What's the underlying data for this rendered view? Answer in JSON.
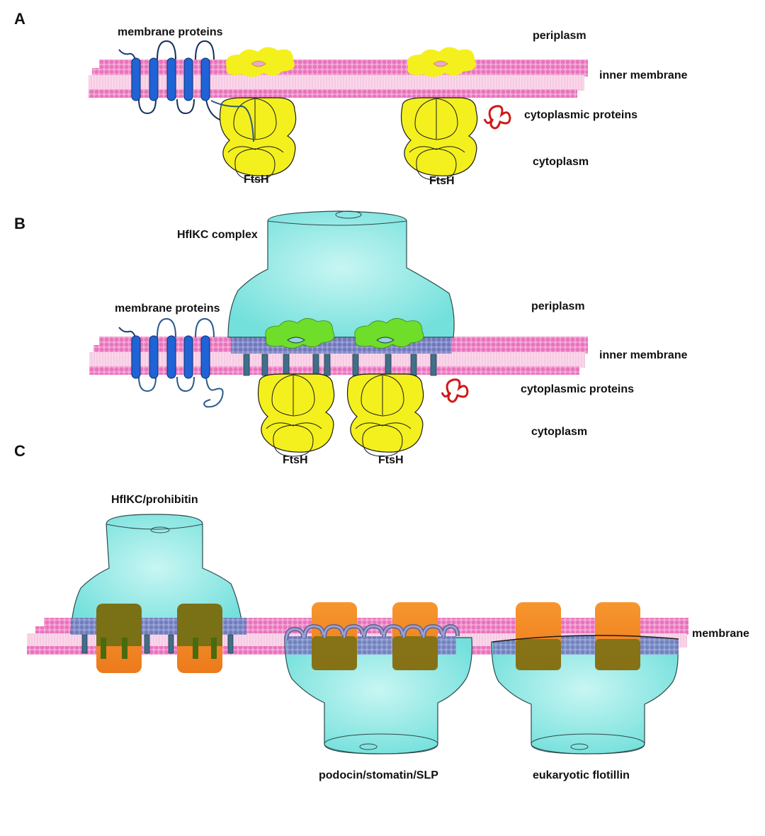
{
  "colors": {
    "membrane_head": "#ee82c4",
    "membrane_body": "#f6c6e2",
    "membrane_tail": "#fbe4f1",
    "raft_head": "#7f86c4",
    "tm_protein": "#1f63d6",
    "tm_outline": "#102a5c",
    "ftsh_fill": "#f4f01e",
    "ftsh_outline": "#1a1a1a",
    "ftsh_green": "#6ede2a",
    "cytoplasmic_protein": "#d01818",
    "complex_fill": "#7fe6e2",
    "complex_light": "#c8f6f3",
    "complex_outline": "#2a4a4a",
    "orange_subunit": "#f48a24",
    "olive_overlap": "#7a7016",
    "anchor": "#3f6f8a",
    "text": "#111111"
  },
  "panel_a": {
    "letter": "A",
    "labels": {
      "membrane_proteins": "membrane proteins",
      "periplasm": "periplasm",
      "inner_membrane": "inner membrane",
      "cytoplasmic_proteins": "cytoplasmic proteins",
      "cytoplasm": "cytoplasm",
      "ftsh_left": "FtsH",
      "ftsh_right": "FtsH"
    }
  },
  "panel_b": {
    "letter": "B",
    "labels": {
      "hflkc_complex": "HflKC complex",
      "membrane_proteins": "membrane proteins",
      "periplasm": "periplasm",
      "inner_membrane": "inner membrane",
      "cytoplasmic_proteins": "cytoplasmic proteins",
      "cytoplasm": "cytoplasm",
      "ftsh_left": "FtsH",
      "ftsh_right": "FtsH"
    }
  },
  "panel_c": {
    "letter": "C",
    "labels": {
      "hflkc_prohibitin": "HflKC/prohibitin",
      "membrane": "membrane",
      "podocin": "podocin/stomatin/SLP",
      "flotillin": "eukaryotic flotillin"
    }
  }
}
